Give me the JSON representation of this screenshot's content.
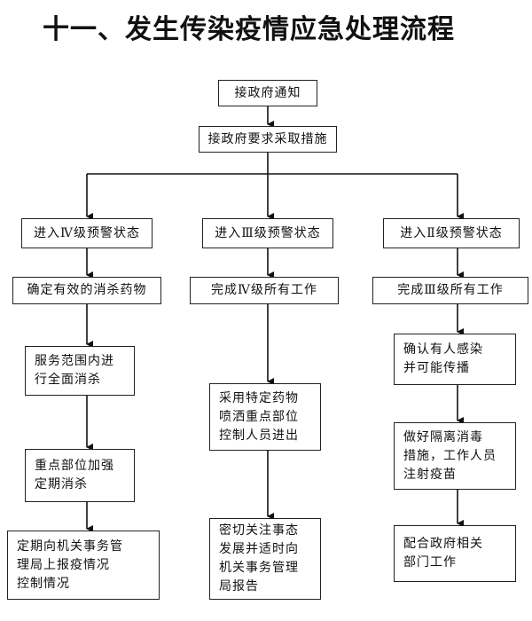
{
  "title": "十一、发生传染疫情应急处理流程",
  "top": {
    "step1": "接政府通知",
    "step2": "接政府要求采取措施"
  },
  "col1": {
    "level": "进入Ⅳ级预警状态",
    "s1": "确定有效的消杀药物",
    "s2": "服务范围内进\n行全面消杀",
    "s3": "重点部位加强\n定期消杀",
    "s4": "定期向机关事务管\n理局上报疫情况\n控制情况"
  },
  "col2": {
    "level": "进入Ⅲ级预警状态",
    "s1": "完成Ⅳ级所有工作",
    "s2": "采用特定药物\n喷洒重点部位\n控制人员进出",
    "s3": "密切关注事态\n发展并适时向\n机关事务管理\n局报告"
  },
  "col3": {
    "level": "进入Ⅱ级预警状态",
    "s1": "完成Ⅲ级所有工作",
    "s2": "确认有人感染\n并可能传播",
    "s3": "做好隔离消毒\n措施，工作人员\n注射疫苗",
    "s4": "配合政府相关\n部门工作"
  }
}
